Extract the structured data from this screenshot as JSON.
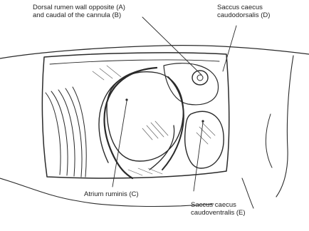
{
  "labels": {
    "dorsal_wall": {
      "line1": "Dorsal rumen wall opposite (A)",
      "line2": "and caudal of the cannula (B)"
    },
    "saccus_dorsalis": {
      "line1": "Saccus caecus",
      "line2": "caudodorsalis (D)"
    },
    "atrium": {
      "line1": "Atrium ruminis (C)"
    },
    "saccus_ventralis": {
      "line1": "Saccus caecus",
      "line2": "caudoventralis (E)"
    }
  }
}
